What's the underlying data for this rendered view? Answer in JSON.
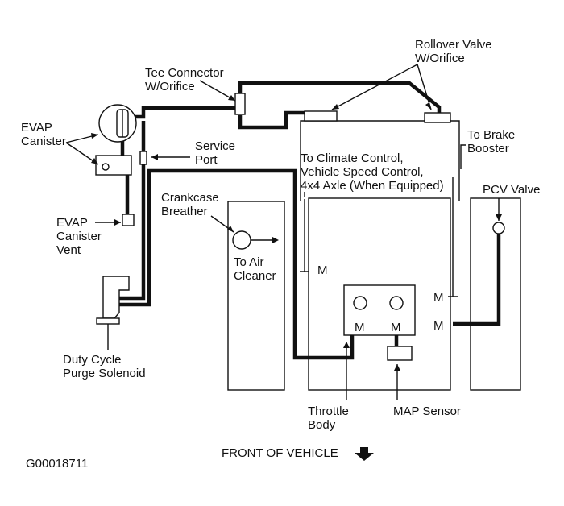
{
  "labels": {
    "tee_connector": [
      "Tee Connector",
      "W/Orifice"
    ],
    "rollover_valve": [
      "Rollover Valve",
      "W/Orifice"
    ],
    "evap_canister": [
      "EVAP",
      "Canister"
    ],
    "service_port": [
      "Service",
      "Port"
    ],
    "to_brake_booster": [
      "To Brake",
      "Booster"
    ],
    "to_climate_control": [
      "To Climate Control,",
      "Vehicle Speed Control,",
      "4x4 Axle (When Equipped)"
    ],
    "crankcase_breather": [
      "Crankcase",
      "Breather"
    ],
    "pcv_valve": "PCV Valve",
    "evap_canister_vent": [
      "EVAP",
      "Canister",
      "Vent"
    ],
    "to_air_cleaner": [
      "To Air",
      "Cleaner"
    ],
    "duty_cycle_purge_solenoid": [
      "Duty Cycle",
      "Purge Solenoid"
    ],
    "throttle_body": [
      "Throttle",
      "Body"
    ],
    "map_sensor": "MAP Sensor",
    "front_of_vehicle": "FRONT OF VEHICLE",
    "figure_id": "G00018711",
    "m_marker": "M"
  }
}
